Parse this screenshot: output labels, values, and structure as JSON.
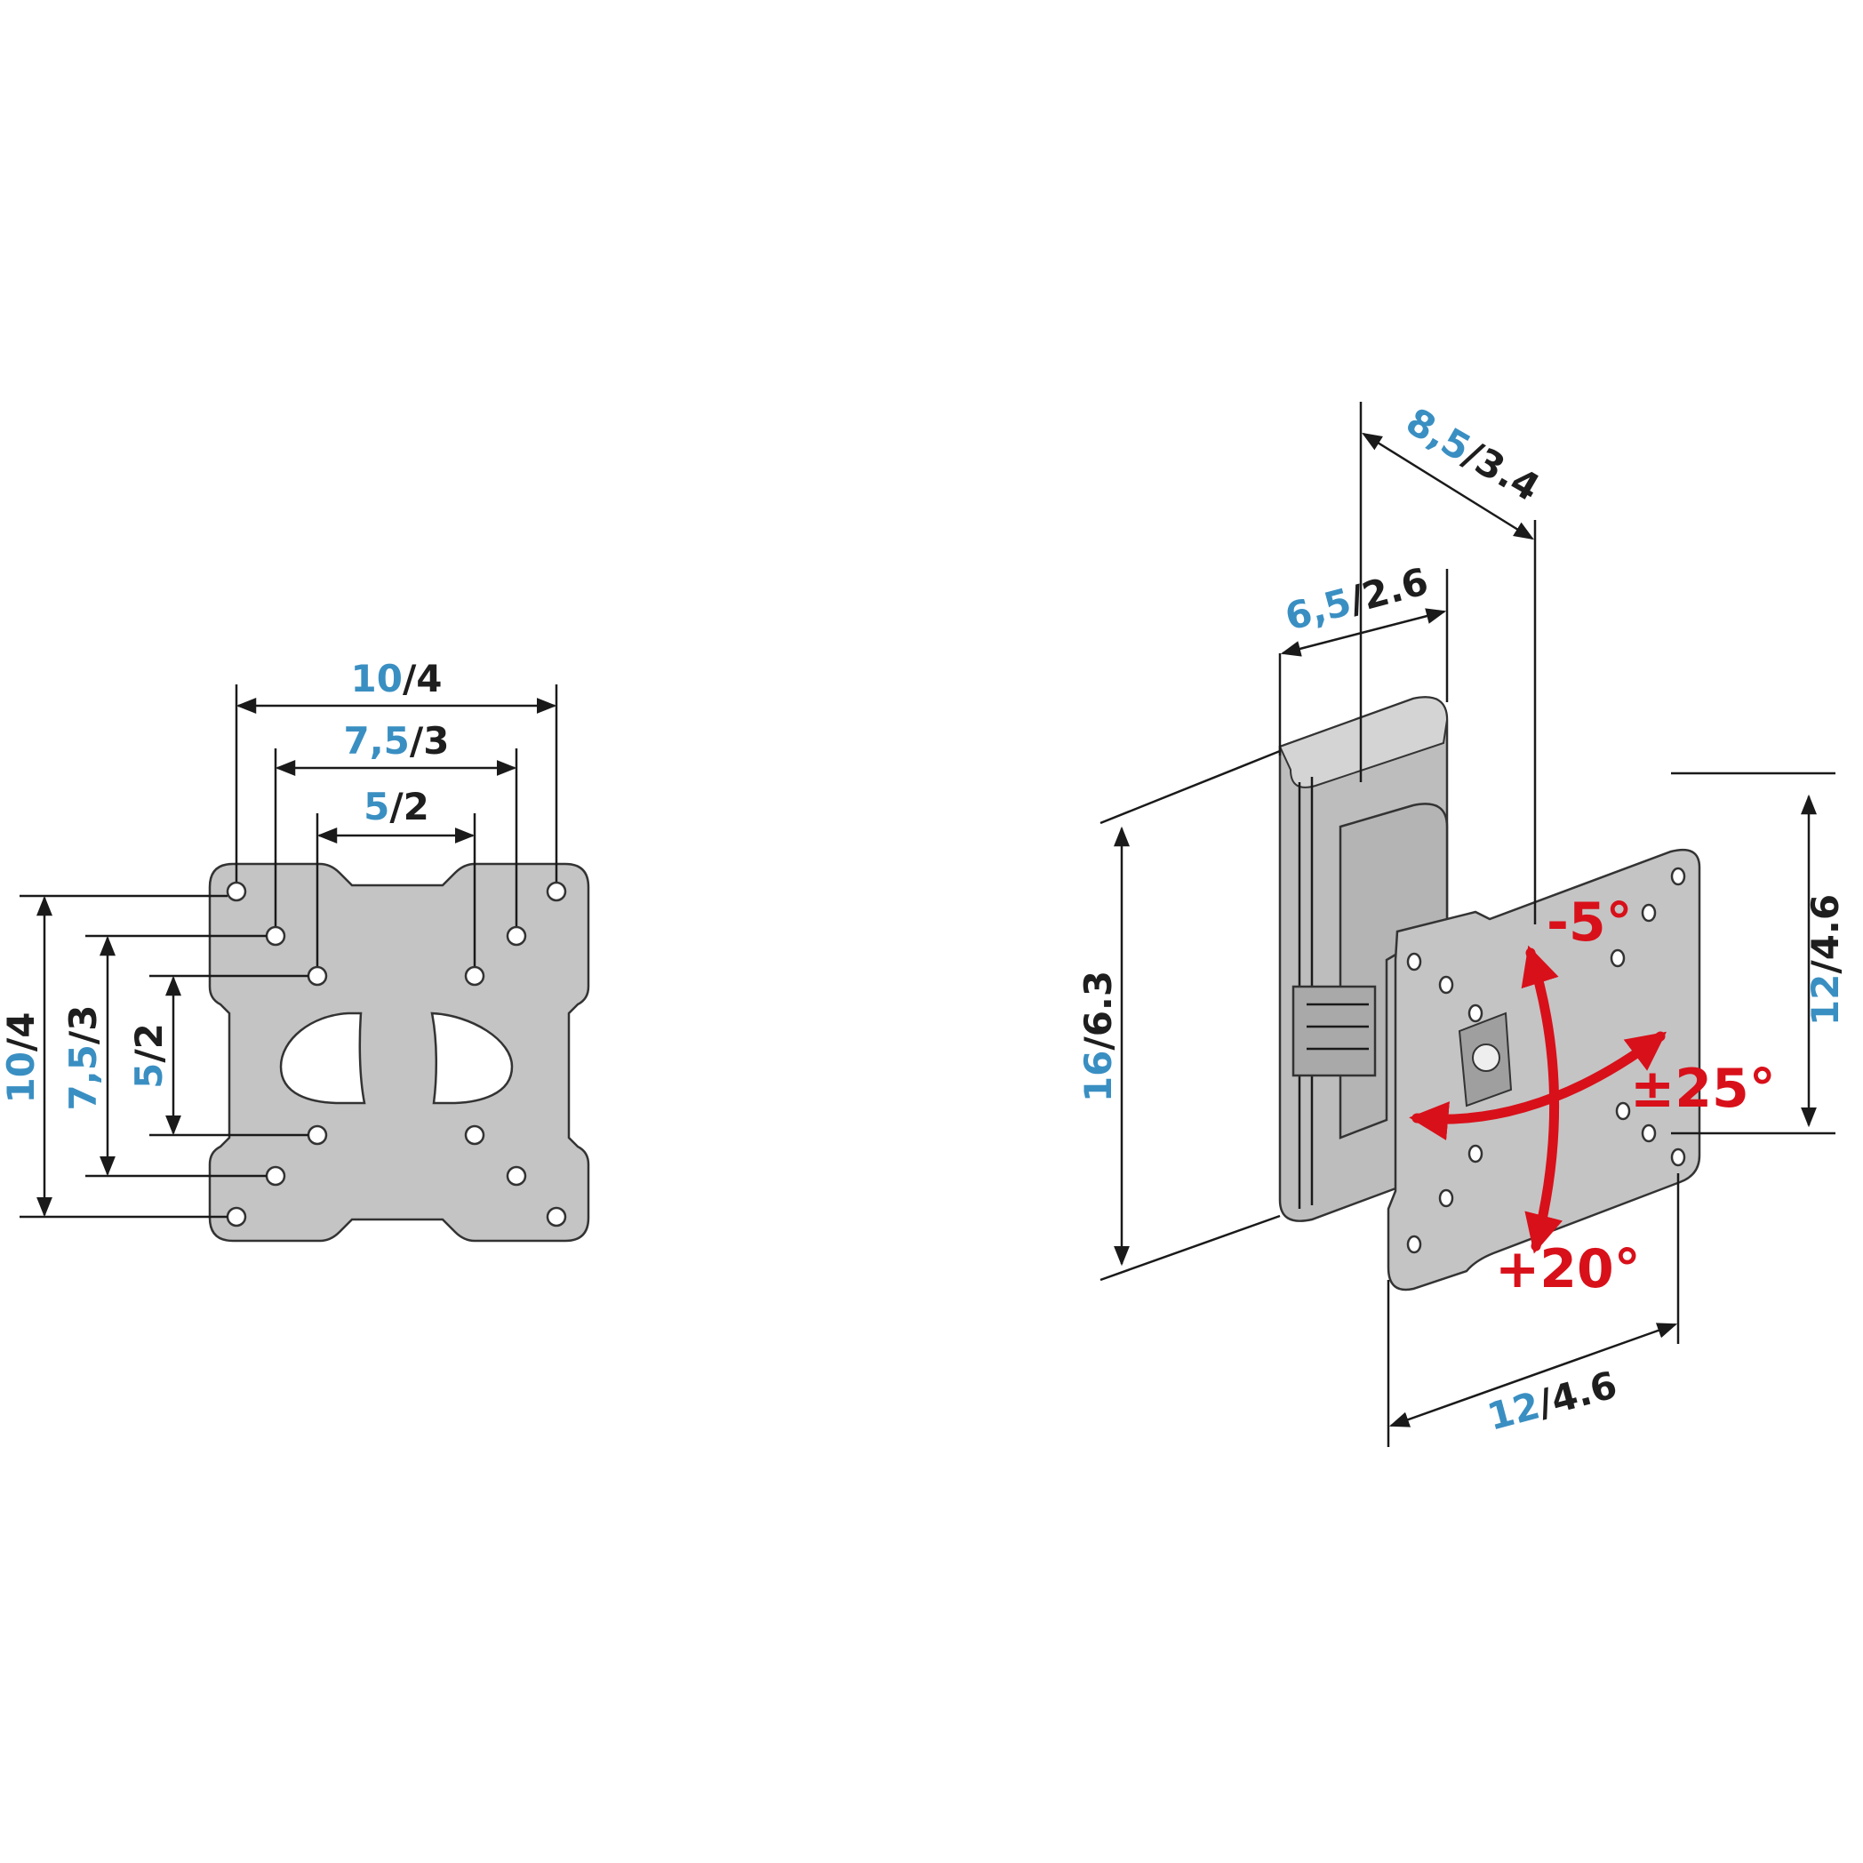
{
  "colors": {
    "metric": "#3a8fc2",
    "imperial": "#1e1e1e",
    "tilt_arrow": "#d8101a",
    "plate": "#c4c4c4"
  },
  "left_plate": {
    "horizontal_dims": [
      {
        "metric": "10",
        "imperial": "4"
      },
      {
        "metric": "7,5",
        "imperial": "3"
      },
      {
        "metric": "5",
        "imperial": "2"
      }
    ],
    "vertical_dims": [
      {
        "metric": "10",
        "imperial": "4"
      },
      {
        "metric": "7,5",
        "imperial": "3"
      },
      {
        "metric": "5",
        "imperial": "2"
      }
    ]
  },
  "mount": {
    "depth_max": {
      "metric": "8,5",
      "imperial": "3.4"
    },
    "depth_min": {
      "metric": "6,5",
      "imperial": "2.6"
    },
    "height": {
      "metric": "16",
      "imperial": "6.3"
    },
    "plate_height": {
      "metric": "12",
      "imperial": "4.6"
    },
    "plate_width": {
      "metric": "12",
      "imperial": "4.6"
    },
    "angles": {
      "tilt_up": "-5°",
      "tilt_down": "+20°",
      "swivel": "±25°"
    },
    "separator": "/"
  }
}
